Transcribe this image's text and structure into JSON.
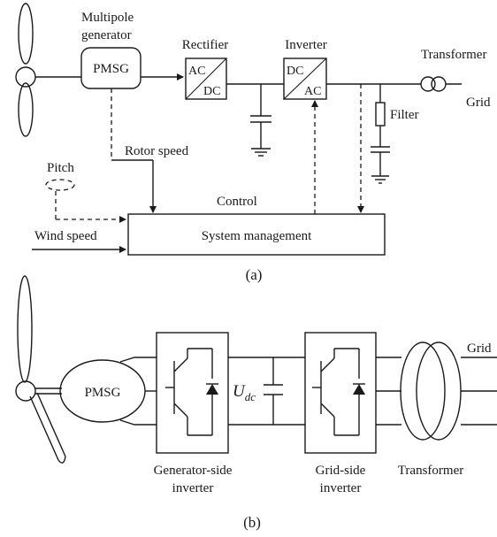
{
  "part_a": {
    "generator_title_line1": "Multipole",
    "generator_title_line2": "generator",
    "pmsg": "PMSG",
    "rectifier": "Rectifier",
    "rect_ac": "AC",
    "rect_dc": "DC",
    "inverter": "Inverter",
    "inv_dc": "DC",
    "inv_ac": "AC",
    "transformer": "Transformer",
    "grid": "Grid",
    "filter": "Filter",
    "rotor_speed": "Rotor speed",
    "pitch": "Pitch",
    "control": "Control",
    "wind_speed": "Wind speed",
    "system_management": "System management",
    "caption": "(a)"
  },
  "part_b": {
    "pmsg": "PMSG",
    "udc_main": "U",
    "udc_sub": "dc",
    "grid": "Grid",
    "gen_inv_line1": "Generator-side",
    "gen_inv_line2": "inverter",
    "grid_inv_line1": "Grid-side",
    "grid_inv_line2": "inverter",
    "transformer": "Transformer",
    "caption": "(b)"
  }
}
